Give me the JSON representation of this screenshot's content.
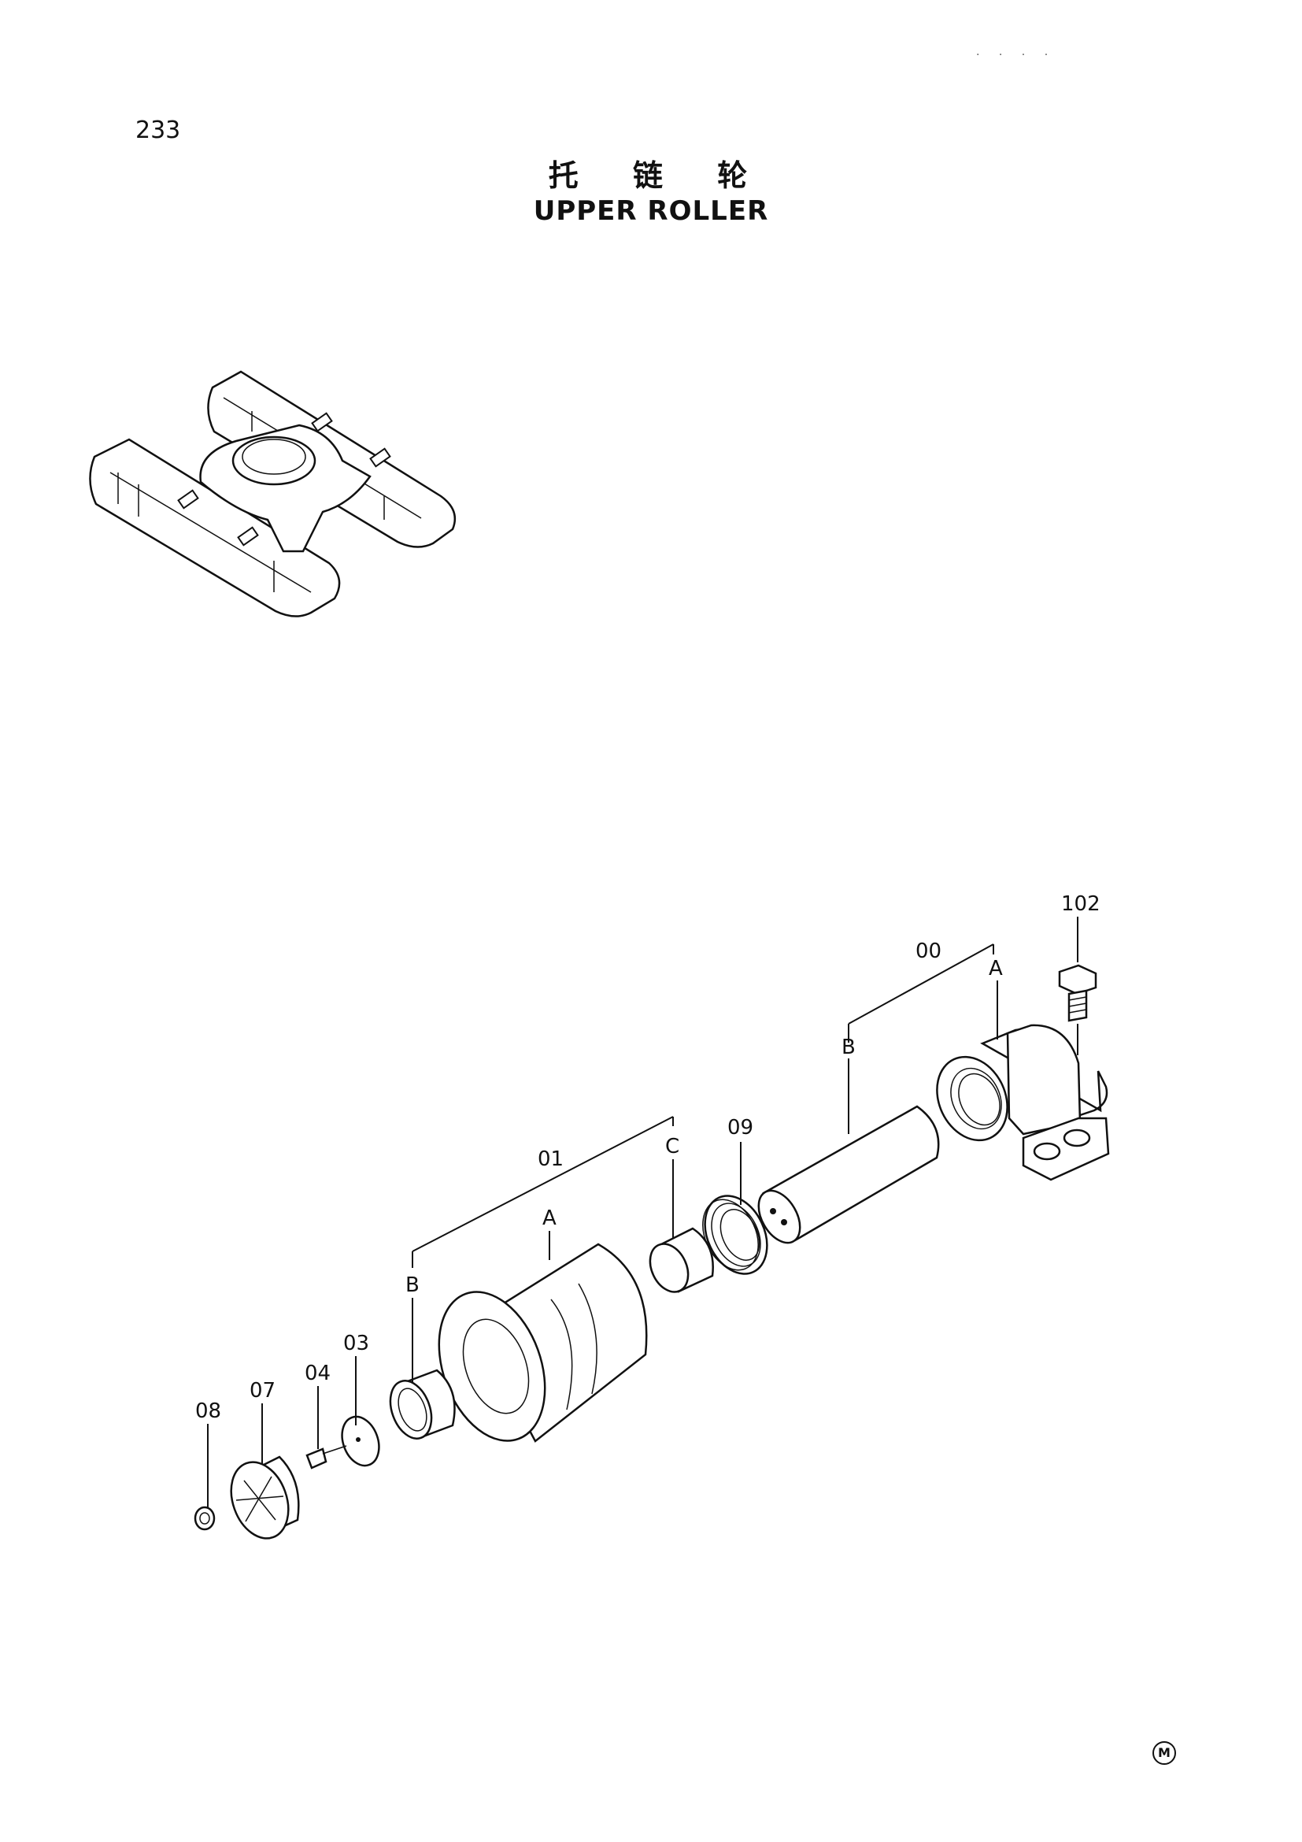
{
  "page": {
    "number": "233",
    "title_cn": "托 链 轮",
    "title_en": "UPPER ROLLER",
    "corner_mark": "M"
  },
  "callouts": [
    {
      "id": "102",
      "text": "102"
    },
    {
      "id": "00",
      "text": "00"
    },
    {
      "id": "00A",
      "text": "A"
    },
    {
      "id": "00B",
      "text": "B"
    },
    {
      "id": "09",
      "text": "09"
    },
    {
      "id": "01",
      "text": "01"
    },
    {
      "id": "01A",
      "text": "A"
    },
    {
      "id": "01B",
      "text": "B"
    },
    {
      "id": "01C",
      "text": "C"
    },
    {
      "id": "03",
      "text": "03"
    },
    {
      "id": "04",
      "text": "04"
    },
    {
      "id": "07",
      "text": "07"
    },
    {
      "id": "08",
      "text": "08"
    }
  ]
}
